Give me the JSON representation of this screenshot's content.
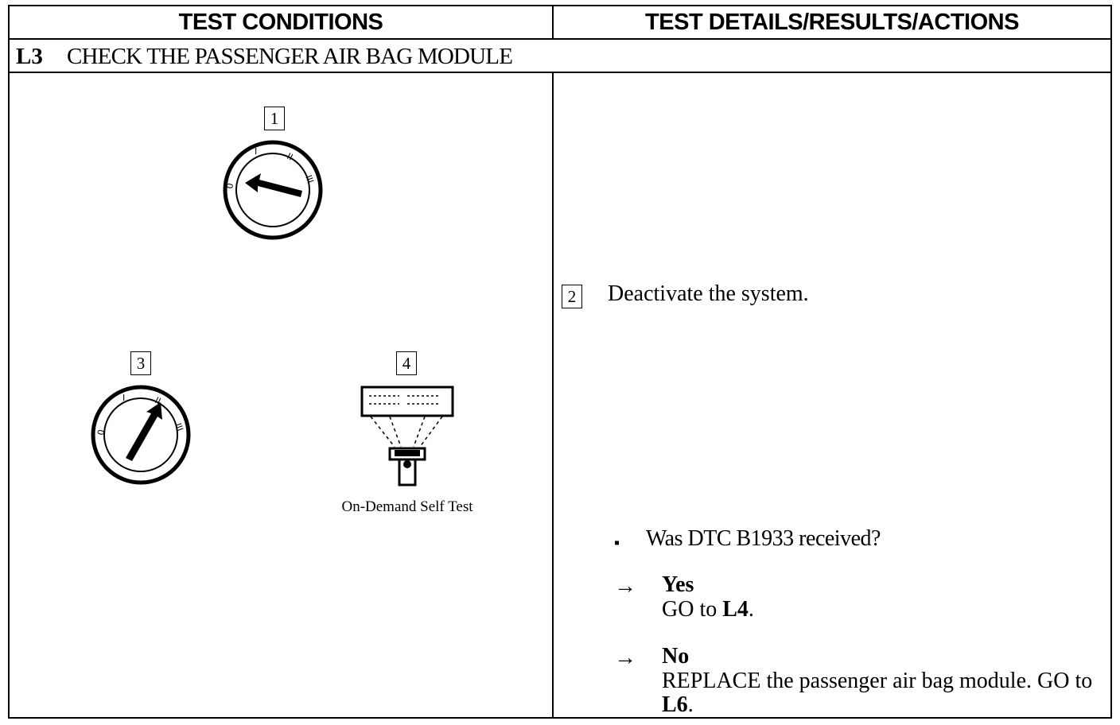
{
  "header": {
    "left": "TEST CONDITIONS",
    "right": "TEST DETAILS/RESULTS/ACTIONS"
  },
  "step": {
    "id": "L3",
    "title": "CHECK THE PASSENGER AIR BAG MODULE"
  },
  "figures": {
    "fig1_number": "1",
    "fig3_number": "3",
    "fig4_number": "4",
    "fig4_caption": "On-Demand Self Test",
    "ignition_marks": [
      "0",
      "I",
      "II",
      "III"
    ]
  },
  "details": {
    "step2_number": "2",
    "step2_text": "Deactivate the system.",
    "bullet": "▪",
    "question": "Was DTC B1933 received?",
    "answers": [
      {
        "arrow": "→",
        "label": "Yes",
        "action_prefix": "GO to ",
        "action_target": "L4",
        "action_suffix": "."
      },
      {
        "arrow": "→",
        "label": "No",
        "action_prefix": "REPLACE the passenger air bag module. GO to ",
        "action_target": "L6",
        "action_suffix": "."
      }
    ]
  }
}
